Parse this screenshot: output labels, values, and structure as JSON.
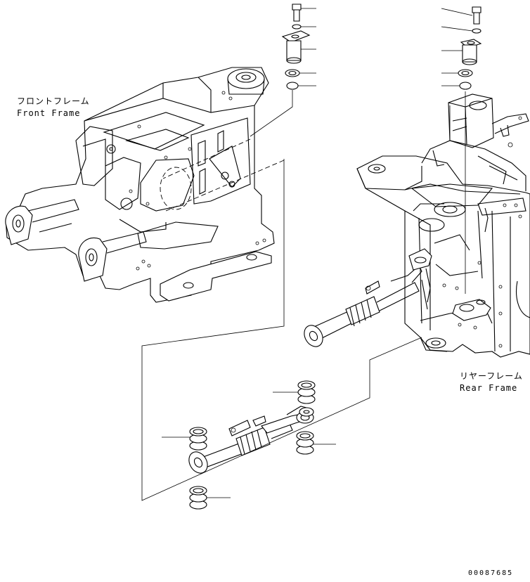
{
  "labels": {
    "front_frame_jp": "フロントフレーム",
    "front_frame_en": "Front Frame",
    "rear_frame_jp": "リヤーフレーム",
    "rear_frame_en": "Rear Frame"
  },
  "drawing_id": "00087685"
}
